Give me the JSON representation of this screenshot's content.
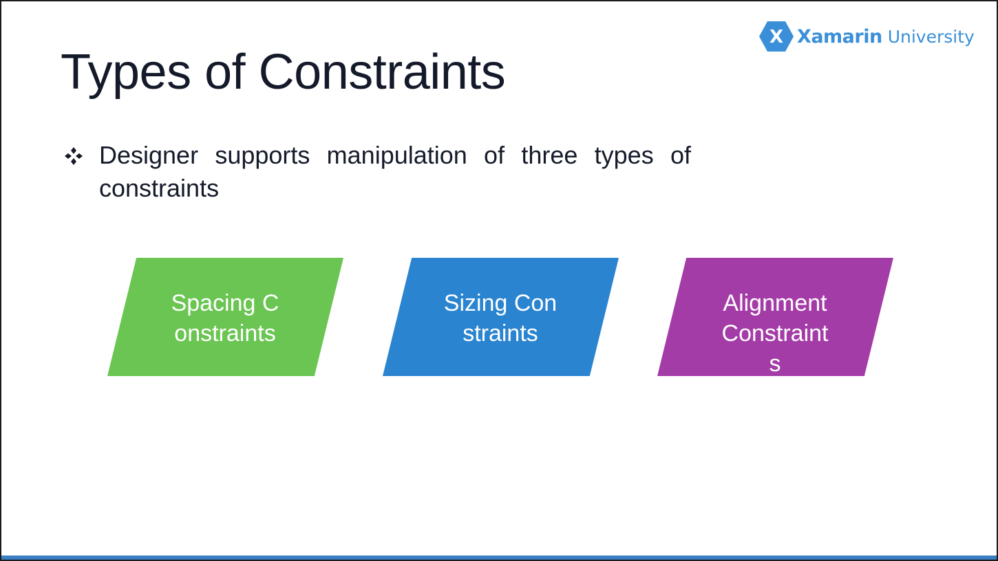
{
  "logo": {
    "mark": "X",
    "brand": "Xamarin",
    "sub": "University",
    "color": "#3a8fd8"
  },
  "title": "Types of Constraints",
  "bullets": [
    {
      "icon": "diamond-bullet-icon",
      "text": "Designer supports manipulation of three types of constraints"
    }
  ],
  "shapes": [
    {
      "label": "Spacing Constraints",
      "color": "#6ac552"
    },
    {
      "label": "Sizing Constraints",
      "color": "#2b84d0"
    },
    {
      "label": "Alignment Constraints",
      "color": "#a43ca8"
    }
  ],
  "theme": {
    "bottom_bar_color": "#3a7fc4",
    "text_color": "#141a2a"
  }
}
